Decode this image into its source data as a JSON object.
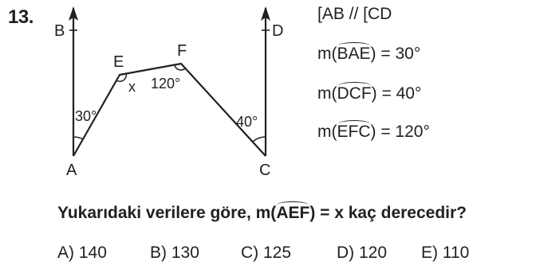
{
  "question_number": "13.",
  "given": {
    "parallel": "[AB // [CD",
    "bae": {
      "prefix": "m(",
      "arc_text": "BAE",
      "suffix": ") = 30°"
    },
    "dcf": {
      "prefix": "m(",
      "arc_text": "DCF",
      "suffix": ") = 40°"
    },
    "efc": {
      "prefix": "m(",
      "arc_text": "EFC",
      "suffix": ") = 120°"
    }
  },
  "figure": {
    "points": {
      "A": "A",
      "B": "B",
      "C": "C",
      "D": "D",
      "E": "E",
      "F": "F"
    },
    "angle_a": "30°",
    "angle_c": "40°",
    "angle_e": "x",
    "angle_f": "120°"
  },
  "question": {
    "prefix": "Yukarıdaki verilere göre, m(",
    "arc_text": "AEF",
    "suffix": ") = x kaç derecedir?"
  },
  "choices": [
    {
      "label": "A) 140"
    },
    {
      "label": "B) 130"
    },
    {
      "label": "C) 125"
    },
    {
      "label": "D) 120"
    },
    {
      "label": "E) 110"
    }
  ]
}
